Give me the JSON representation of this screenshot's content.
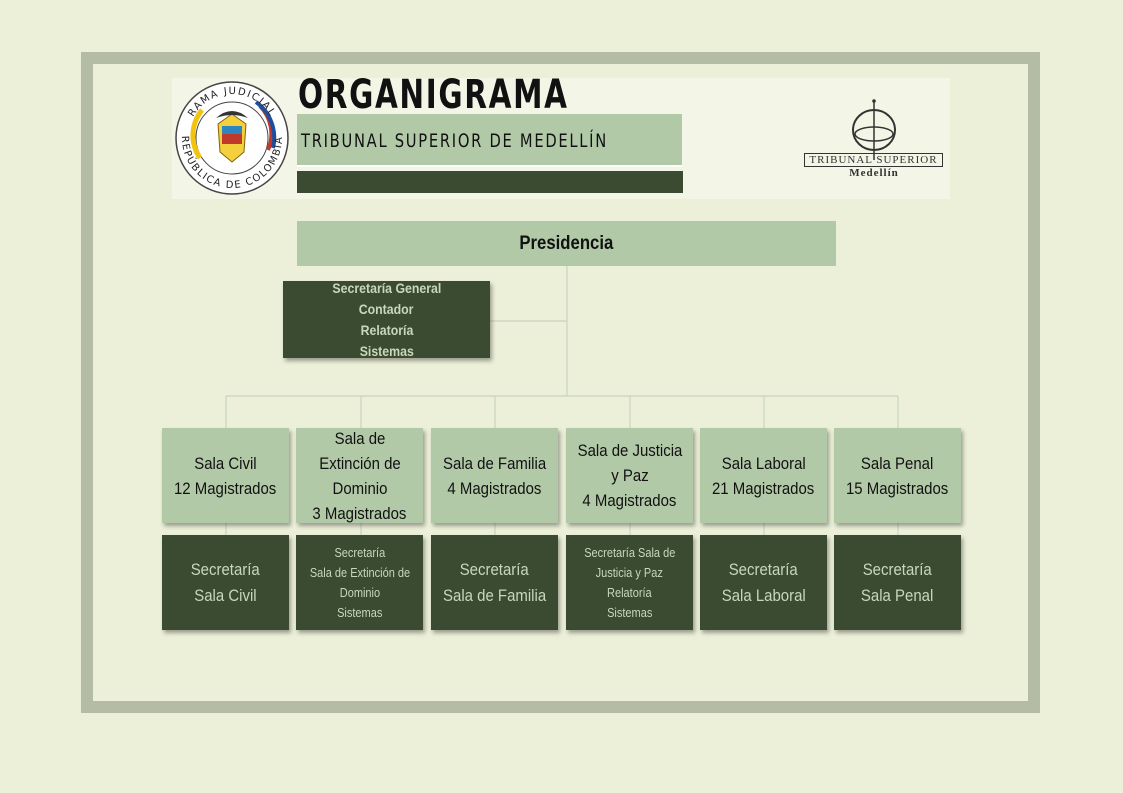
{
  "header": {
    "title": "ORGANIGRAMA",
    "subtitle": "TRIBUNAL SUPERIOR DE MEDELLÍN",
    "seal_text_top": "RAMA JUDICIAL",
    "seal_text_bottom": "REPÚBLICA DE COLOMBIA",
    "logo_line1": "TRIBUNAL SUPERIOR",
    "logo_line2": "Medellín"
  },
  "colors": {
    "light_green": "#b2c9a8",
    "dark_green": "#3b4b31",
    "background": "#ecf0d8",
    "frame": "#b4bca5"
  },
  "presidencia": "Presidencia",
  "staff": [
    "Secretaría General",
    "Contador",
    "Relatoría",
    "Sistemas"
  ],
  "salas": [
    {
      "name": "Sala Civil",
      "detail": "12 Magistrados"
    },
    {
      "name": "Sala de Extinción de Dominio",
      "detail": "3 Magistrados"
    },
    {
      "name": "Sala de Familia",
      "detail": "4 Magistrados"
    },
    {
      "name": "Sala de Justicia y Paz",
      "detail": "4 Magistrados"
    },
    {
      "name": "Sala Laboral",
      "detail": "21 Magistrados"
    },
    {
      "name": "Sala Penal",
      "detail": "15 Magistrados"
    }
  ],
  "secretarias": [
    {
      "lines": [
        "Secretaría",
        "Sala Civil"
      ]
    },
    {
      "lines": [
        "Secretaría",
        "Sala de Extinción de",
        "Dominio",
        "Sistemas"
      ]
    },
    {
      "lines": [
        "Secretaría",
        "Sala de Familia"
      ]
    },
    {
      "lines": [
        "Secretaría Sala de",
        "Justicia y Paz",
        "Relatoría",
        "Sistemas"
      ]
    },
    {
      "lines": [
        "Secretaría",
        "Sala Laboral"
      ]
    },
    {
      "lines": [
        "Secretaría",
        "Sala Penal"
      ]
    }
  ]
}
